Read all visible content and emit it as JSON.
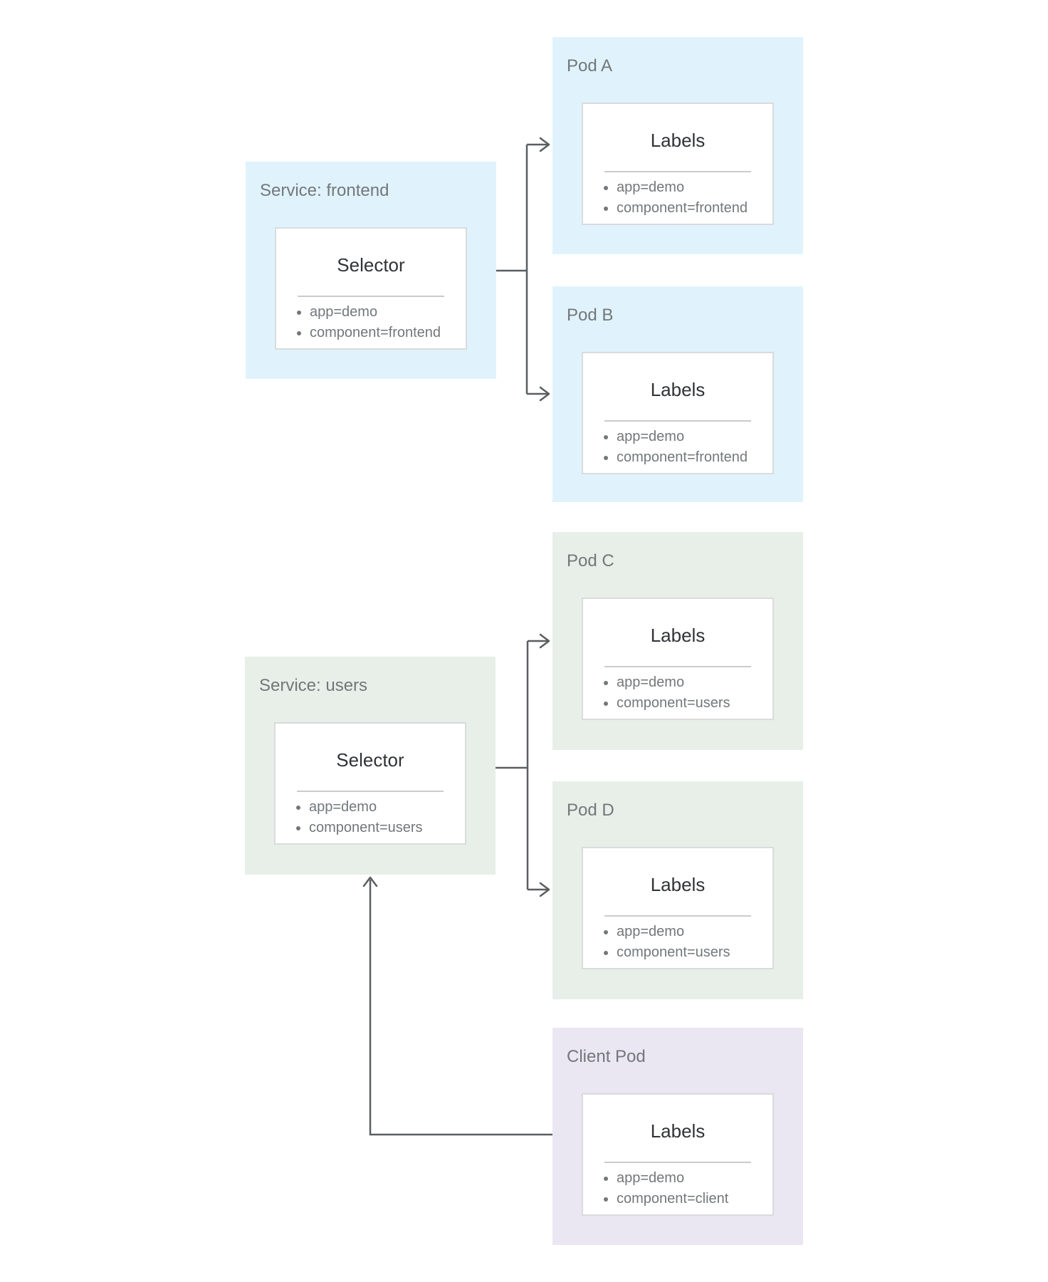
{
  "cards": {
    "service_frontend": {
      "caption": "Service: frontend",
      "title": "Selector",
      "items": [
        "app=demo",
        "component=frontend"
      ]
    },
    "pod_a": {
      "caption": "Pod A",
      "title": "Labels",
      "items": [
        "app=demo",
        "component=frontend"
      ]
    },
    "pod_b": {
      "caption": "Pod B",
      "title": "Labels",
      "items": [
        "app=demo",
        "component=frontend"
      ]
    },
    "pod_c": {
      "caption": "Pod C",
      "title": "Labels",
      "items": [
        "app=demo",
        "component=users"
      ]
    },
    "service_users": {
      "caption": "Service: users",
      "title": "Selector",
      "items": [
        "app=demo",
        "component=users"
      ]
    },
    "pod_d": {
      "caption": "Pod D",
      "title": "Labels",
      "items": [
        "app=demo",
        "component=users"
      ]
    },
    "client_pod": {
      "caption": "Client Pod",
      "title": "Labels",
      "items": [
        "app=demo",
        "component=client"
      ]
    }
  },
  "colors": {
    "frontend_group_bg": "#E0F3FC",
    "users_group_bg": "#E7EFE8",
    "client_group_bg": "#EAE6F2",
    "arrow": "#5A5E61"
  }
}
